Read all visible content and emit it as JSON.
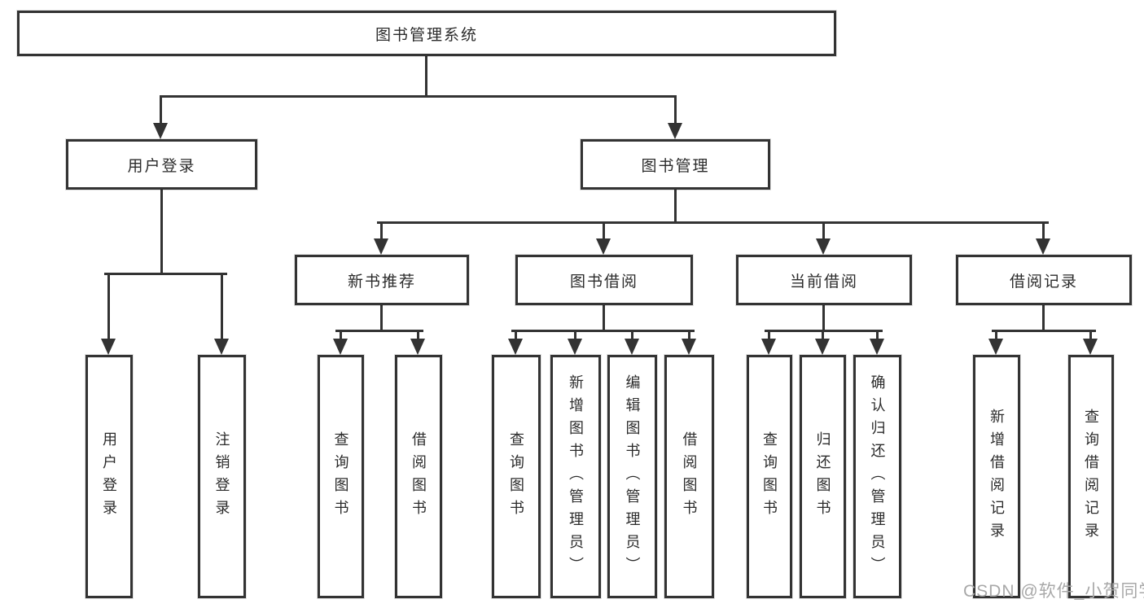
{
  "colors": {
    "line": "#333333",
    "box_border": "#333333",
    "text": "#2b2b2b",
    "watermark": "#a8a8a8",
    "background": "#ffffff"
  },
  "watermark": {
    "text": "CSDN @软件_小贺同学"
  },
  "tree": {
    "root": {
      "label": "图书管理系统"
    },
    "level2": [
      {
        "label": "用户登录",
        "children": [
          "用户登录",
          "注销登录"
        ]
      },
      {
        "label": "图书管理",
        "sections": [
          {
            "label": "新书推荐",
            "children": [
              "查询图书",
              "借阅图书"
            ]
          },
          {
            "label": "图书借阅",
            "children": [
              "查询图书",
              "新增图书（管理员）",
              "编辑图书（管理员）",
              "借阅图书"
            ]
          },
          {
            "label": "当前借阅",
            "children": [
              "查询图书",
              "归还图书",
              "确认归还（管理员）"
            ]
          },
          {
            "label": "借阅记录",
            "children": [
              "新增借阅记录",
              "查询借阅记录"
            ]
          }
        ]
      }
    ]
  }
}
